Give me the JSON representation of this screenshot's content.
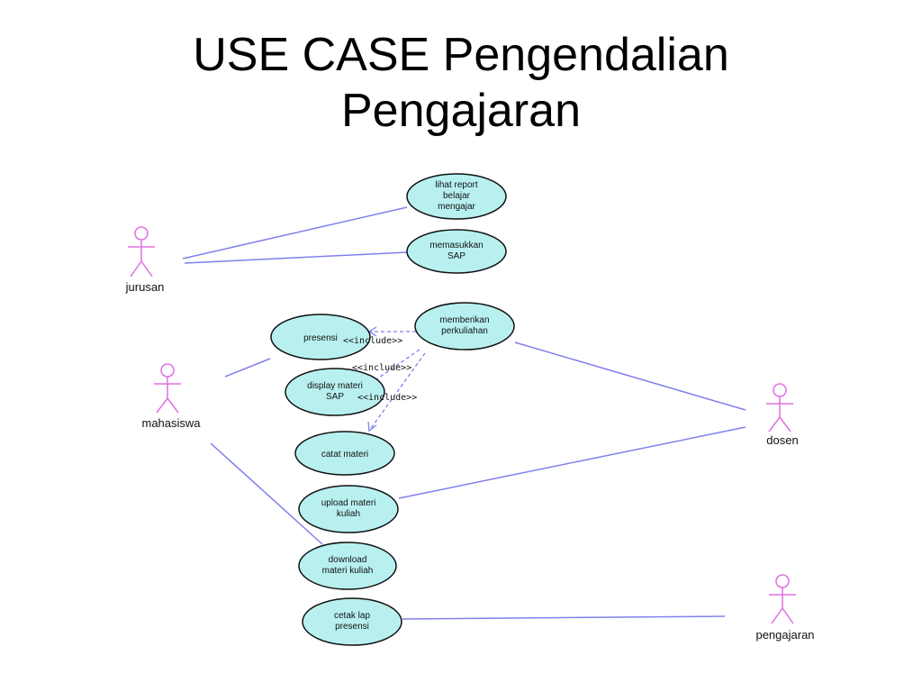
{
  "title": {
    "line1": "USE CASE Pengendalian",
    "line2": "Pengajaran"
  },
  "colors": {
    "use_case_fill": "#b8f0f0",
    "use_case_stroke": "#111111",
    "association": "#8080ee",
    "actor": "#e070e0"
  },
  "actors": [
    {
      "id": "jurusan",
      "label": "jurusan"
    },
    {
      "id": "mahasiswa",
      "label": "mahasiswa"
    },
    {
      "id": "dosen",
      "label": "dosen"
    },
    {
      "id": "pengajaran",
      "label": "pengajaran"
    }
  ],
  "use_cases": [
    {
      "id": "lihat-report",
      "lines": [
        "lihat report",
        "belajar",
        "mengajar"
      ]
    },
    {
      "id": "memasukkan-sap",
      "lines": [
        "memasukkan",
        "SAP"
      ]
    },
    {
      "id": "presensi",
      "lines": [
        "presensi"
      ]
    },
    {
      "id": "memberikan-perkuliahan",
      "lines": [
        "memberikan",
        "perkuliahan"
      ]
    },
    {
      "id": "display-materi",
      "lines": [
        "display materi",
        "SAP"
      ]
    },
    {
      "id": "catat-materi",
      "lines": [
        "catat materi"
      ]
    },
    {
      "id": "upload-materi",
      "lines": [
        "upload materi",
        "kuliah"
      ]
    },
    {
      "id": "download-materi",
      "lines": [
        "download",
        "materi kuliah"
      ]
    },
    {
      "id": "cetak-lap",
      "lines": [
        "cetak lap",
        "presensi"
      ]
    }
  ],
  "relations": {
    "include_label": "<<include>>"
  }
}
